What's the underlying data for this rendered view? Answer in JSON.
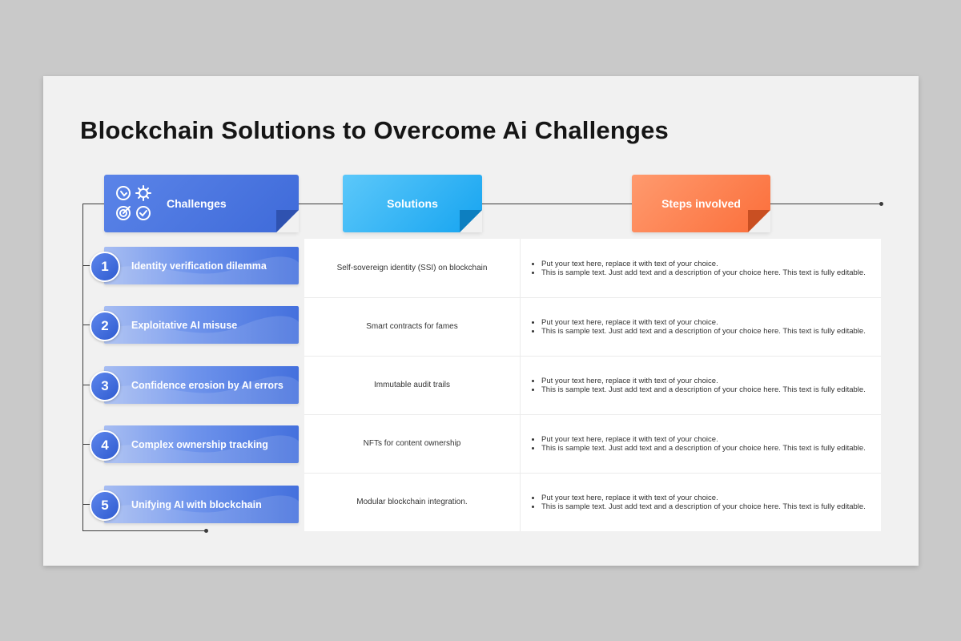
{
  "title": "Blockchain Solutions to Overcome Ai Challenges",
  "headers": {
    "challenges": "Challenges",
    "solutions": "Solutions",
    "steps": "Steps involved"
  },
  "colors": {
    "challenges": "#4a74e0",
    "solutions": "#1ea8f2",
    "steps": "#fb7a45"
  },
  "rows": [
    {
      "number": "1",
      "challenge": "Identity verification dilemma",
      "solution": "Self-sovereign identity (SSI) on blockchain",
      "steps": [
        "Put your text here, replace it with text of your choice.",
        "This is sample text. Just add text and a description of your choice here. This text is fully editable."
      ]
    },
    {
      "number": "2",
      "challenge": "Exploitative AI misuse",
      "solution": "Smart contracts for fames",
      "steps": [
        "Put your text here, replace it with text of your choice.",
        "This is sample text. Just add text and a description of your choice here. This text is fully editable."
      ]
    },
    {
      "number": "3",
      "challenge": "Confidence erosion by AI errors",
      "solution": "Immutable audit trails",
      "steps": [
        "Put your text here, replace it with text of your choice.",
        "This is sample text. Just add text and a description of your choice here. This text is fully editable."
      ]
    },
    {
      "number": "4",
      "challenge": "Complex ownership tracking",
      "solution": "NFTs for content ownership",
      "steps": [
        "Put your text here, replace it with text of your choice.",
        "This is sample text. Just add text and a description of your choice here. This text is fully editable."
      ]
    },
    {
      "number": "5",
      "challenge": "Unifying AI with blockchain",
      "solution": "Modular blockchain integration.",
      "steps": [
        "Put your text here, replace it with text of your choice.",
        "This is sample text. Just add text and a description of your choice here. This text is fully editable."
      ]
    }
  ]
}
